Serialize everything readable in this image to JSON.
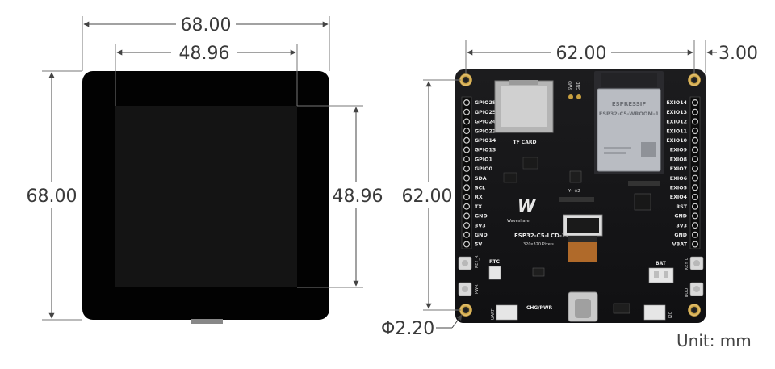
{
  "display": {
    "width": "68.00",
    "height": "68.00",
    "active_width": "48.96",
    "active_height": "48.96"
  },
  "board": {
    "width": "62.00",
    "height": "62.00",
    "hole_offset": "3.00",
    "hole_diameter": "Φ2.20",
    "model": "ESP32-C5-LCD-2.73",
    "resolution": "320x320 Pixels",
    "brand": "Waveshare",
    "module_brand": "ESPRESSIF",
    "module_name": "ESP32-C5-WROOM-1",
    "left_pins": [
      "GPIO28",
      "GPIO25",
      "GPIO24",
      "GPIO23",
      "GPIO14",
      "GPIO13",
      "GPIO1",
      "GPIO0",
      "SDA",
      "SCL",
      "RX",
      "TX",
      "GND",
      "3V3",
      "GND",
      "5V"
    ],
    "right_pins": [
      "EXIO14",
      "EXIO13",
      "EXIO12",
      "EXIO11",
      "EXIO10",
      "EXIO9",
      "EXIO8",
      "EXIO7",
      "EXIO6",
      "EXIO5",
      "EXIO4",
      "RST",
      "GND",
      "3V3",
      "GND",
      "VBAT"
    ],
    "labels": {
      "tf_card": "TF CARD",
      "rtc": "RTC",
      "bat": "BAT",
      "uart": "UART",
      "chg_pwr": "CHG/PWR",
      "i2c": "I2C",
      "pwr": "PWR",
      "key_r": "KEY_R",
      "key_l": "KEY_L",
      "boot": "BOOT",
      "swd": "SWD",
      "gnd_top": "GND",
      "axes": "Y←⊙Z"
    }
  },
  "unit_label": "Unit: mm"
}
